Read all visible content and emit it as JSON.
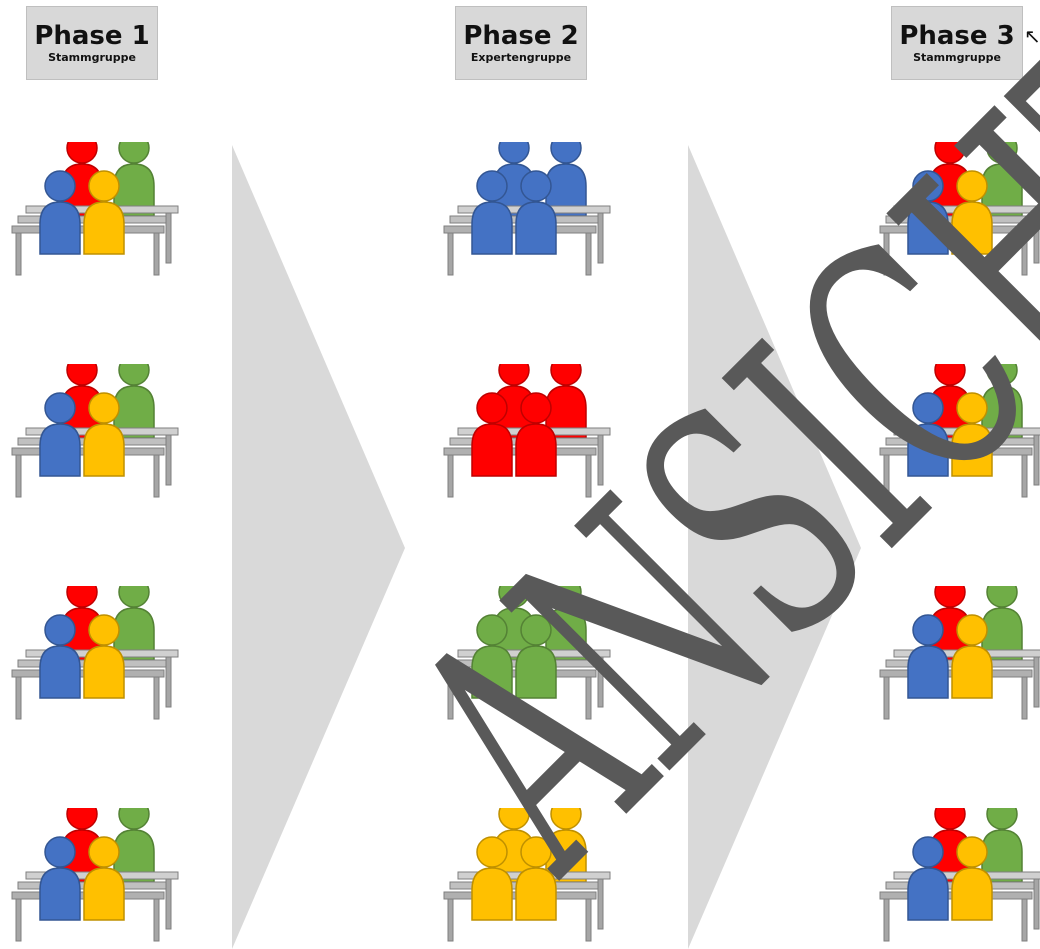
{
  "phases": [
    {
      "title": "Phase 1",
      "subtitle": "Stammgruppe"
    },
    {
      "title": "Phase 2",
      "subtitle": "Expertengruppe"
    },
    {
      "title": "Phase 3",
      "subtitle": "Stammgruppe"
    }
  ],
  "colors": {
    "red": "#ff0000",
    "green": "#70ad47",
    "blue": "#4472c4",
    "yellow": "#ffc000",
    "chevron": "#d9d9d9",
    "watermark": "#595959",
    "desk": "#a6a6a6"
  },
  "columns": [
    {
      "id": "phase-1",
      "groups": [
        [
          "red",
          "green",
          "blue",
          "yellow"
        ],
        [
          "red",
          "green",
          "blue",
          "yellow"
        ],
        [
          "red",
          "green",
          "blue",
          "yellow"
        ],
        [
          "red",
          "green",
          "blue",
          "yellow"
        ]
      ]
    },
    {
      "id": "phase-2",
      "groups": [
        [
          "blue",
          "blue",
          "blue",
          "blue"
        ],
        [
          "red",
          "red",
          "red",
          "red"
        ],
        [
          "green",
          "green",
          "green",
          "green"
        ],
        [
          "yellow",
          "yellow",
          "yellow",
          "yellow"
        ]
      ]
    },
    {
      "id": "phase-3",
      "groups": [
        [
          "red",
          "green",
          "blue",
          "yellow"
        ],
        [
          "red",
          "green",
          "blue",
          "yellow"
        ],
        [
          "red",
          "green",
          "blue",
          "yellow"
        ],
        [
          "red",
          "green",
          "blue",
          "yellow"
        ]
      ]
    }
  ],
  "watermark": {
    "text": "ANSICHT"
  }
}
